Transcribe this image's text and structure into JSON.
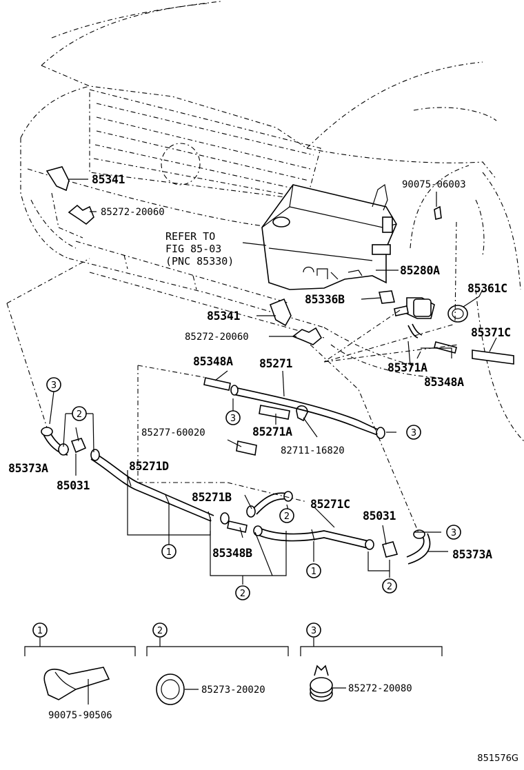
{
  "diagram": {
    "part_labels": {
      "p85341_top": "85341",
      "p85272_20060_top": "85272-20060",
      "p90075_06003": "90075-06003",
      "p85280A": "85280A",
      "p85361C": "85361C",
      "p85336B": "85336B",
      "p85341_mid": "85341",
      "p85272_20060_mid": "85272-20060",
      "p85371C": "85371C",
      "p85371A": "85371A",
      "p85348A_right": "85348A",
      "p85348A_left": "85348A",
      "p85271": "85271",
      "p85277_60020": "85277-60020",
      "p85271A": "85271A",
      "p82711_16820": "82711-16820",
      "p85373A_left": "85373A",
      "p85031_left": "85031",
      "p85271D": "85271D",
      "p85271B": "85271B",
      "p85271C": "85271C",
      "p85031_right": "85031",
      "p85373A_right": "85373A",
      "p85348B": "85348B"
    },
    "refer_note": [
      "REFER TO",
      "FIG 85-03",
      "(PNC 85330)"
    ],
    "callout_numbers": {
      "one": "1",
      "two": "2",
      "three": "3"
    },
    "legend": {
      "item1_number": "1",
      "item1_part": "90075-90506",
      "item2_number": "2",
      "item2_part": "85273-20020",
      "item3_number": "3",
      "item3_part": "85272-20080"
    },
    "figure_code": "851576G"
  }
}
